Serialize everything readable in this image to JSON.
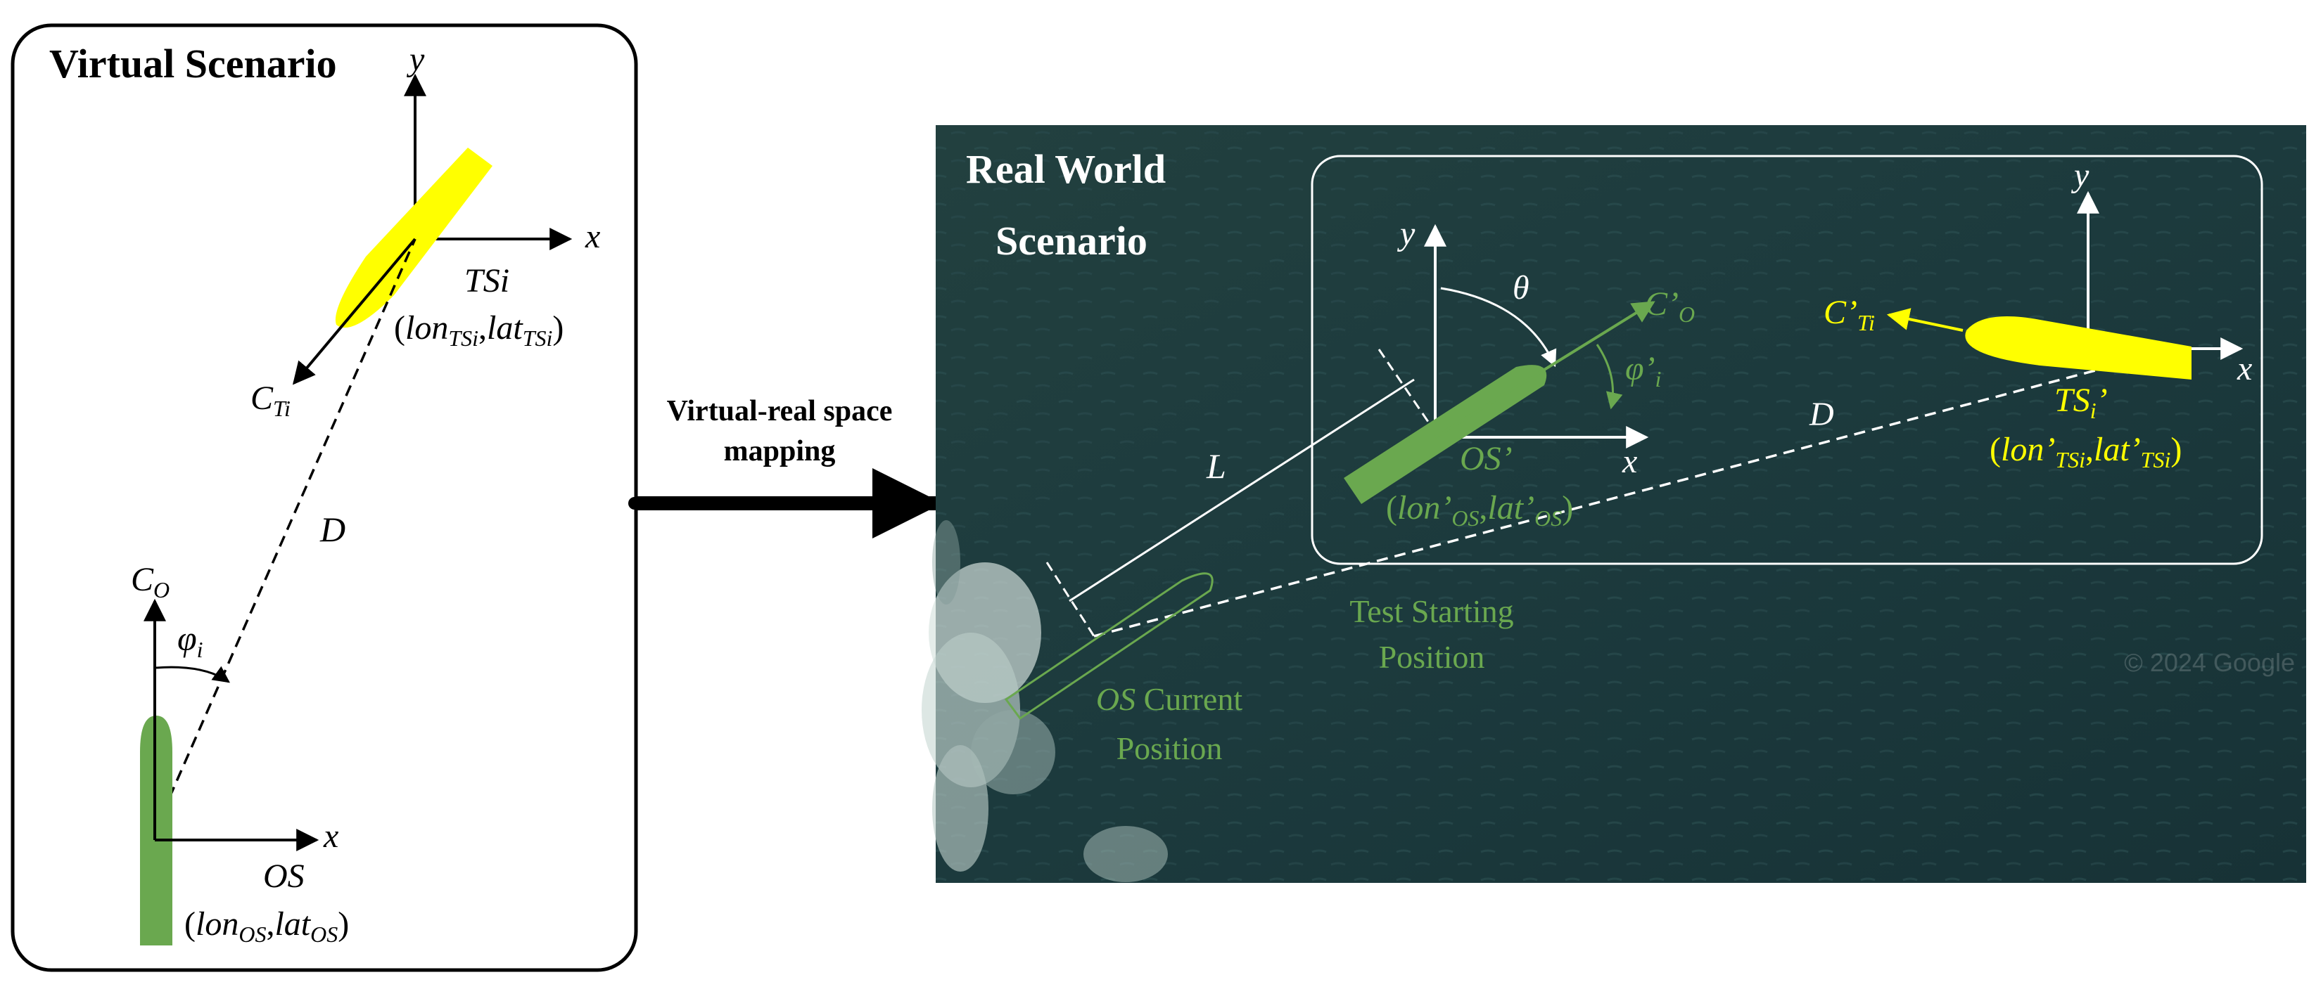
{
  "virtual": {
    "title": "Virtual Scenario",
    "axis_x": "x",
    "axis_y": "y",
    "ts_label": "TSi",
    "ts_coord_open": "(",
    "ts_lon": "lon",
    "ts_lon_sub": "TSi",
    "ts_comma": ",",
    "ts_lat": "lat",
    "ts_lat_sub": "TSi",
    "ts_coord_close": ")",
    "ct_label": "C",
    "ct_sub": "Ti",
    "distance_label": "D",
    "co_label": "C",
    "co_sub": "O",
    "phi_label": "φ",
    "phi_sub": "i",
    "os_label": "OS",
    "os_coord_open": "(",
    "os_lon": "lon",
    "os_lon_sub": "OS",
    "os_comma": ",",
    "os_lat": "lat",
    "os_lat_sub": "OS",
    "os_coord_close": ")"
  },
  "mapping": {
    "line1": "Virtual-real space",
    "line2": "mapping"
  },
  "real": {
    "title_line1": "Real World",
    "title_line2": "Scenario",
    "axis_x": "x",
    "axis_y": "y",
    "theta": "θ",
    "co_label": "C’",
    "co_sub": "O",
    "phi_label": "φ’",
    "phi_sub": "i",
    "ct_label": "C’",
    "ct_sub": "Ti",
    "distance_label": "D",
    "length_label": "L",
    "ts_label": "TS",
    "ts_sub": "i",
    "ts_prime": "’",
    "ts_coord_open": "(",
    "ts_lon": "lon’",
    "ts_lon_sub": "TSi",
    "ts_comma": ",",
    "ts_lat": "lat’",
    "ts_lat_sub": "TSi",
    "ts_coord_close": ")",
    "os_label": "OS’",
    "os_coord_open": "(",
    "os_lon": "lon’",
    "os_lon_sub": "OS",
    "os_comma": ",",
    "os_lat": "lat’",
    "os_lat_sub": "OS",
    "os_coord_close": ")",
    "test_start_line1": "Test Starting",
    "test_start_line2": "Position",
    "current_os": "OS",
    "current_word": " Current",
    "current_line2": "Position",
    "watermark": "© 2024 Google"
  },
  "colors": {
    "ownship_green": "#6aa84f",
    "target_yellow": "#ffff00",
    "sea_dark": "#1f3c3f",
    "label_green": "#6aa84f"
  }
}
